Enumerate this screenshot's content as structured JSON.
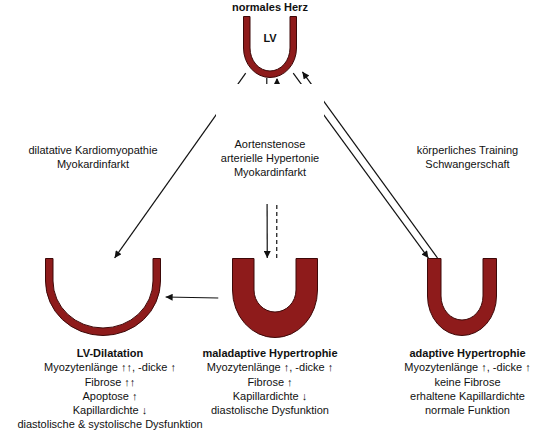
{
  "diagram": {
    "nodes": [
      {
        "text": [
          "normales Herz",
          "LV"
        ]
      },
      {
        "text": [
          "LV-Dilatation",
          "Myozytenlänge ↑↑, -dicke ↑",
          "Fibrose ↑↑",
          "Apoptose ↑",
          "Kapillardichte ↓",
          "diastolische & systolische Dysfunktion"
        ]
      },
      {
        "text": [
          "maladaptive Hypertrophie",
          "Myozytenlänge ↑, -dicke ↑",
          "Fibrose ↑",
          "Kapillardichte ↓",
          "diastolische Dysfunktion"
        ]
      },
      {
        "text": [
          "adaptive Hypertrophie",
          "Myozytenlänge ↑, -dicke ↑",
          "keine Fibrose",
          "erhaltene Kapillardichte",
          "normale Funktion"
        ]
      }
    ],
    "edges": [
      {
        "from": 0,
        "to": 1,
        "arrow": "to",
        "label": "dilatative Kardiomyopathie Myokardinfarkt"
      },
      {
        "from": 0,
        "to": 2,
        "arrow": "to",
        "label": "Aortenstenose arterielle Hypertonie Myokardinfarkt"
      },
      {
        "from": 2,
        "to": 0,
        "arrow": "to"
      },
      {
        "from": 0,
        "to": 3,
        "arrow": "to",
        "label": "körperliches Training Schwangerschaft"
      },
      {
        "from": 3,
        "to": 0,
        "arrow": "to"
      },
      {
        "from": 2,
        "to": 1,
        "arrow": "to"
      }
    ]
  }
}
